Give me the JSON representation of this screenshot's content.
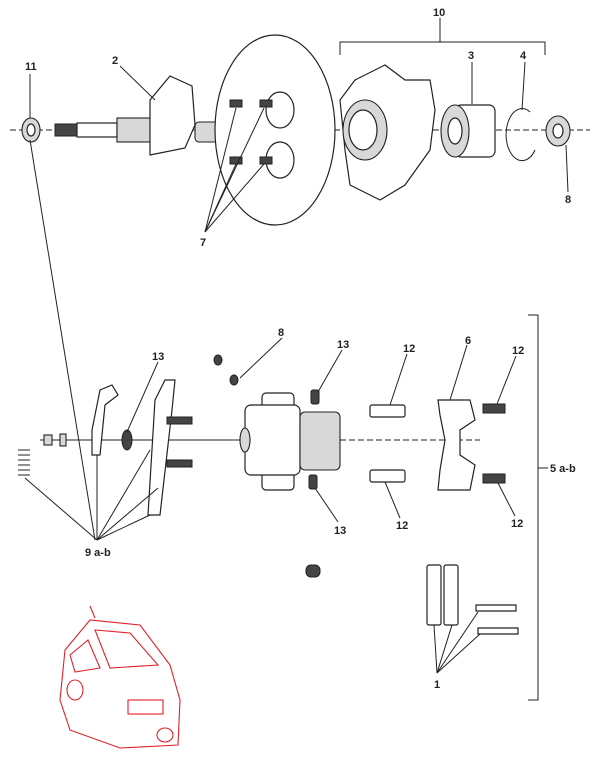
{
  "diagram": {
    "title": "Front hub and brake caliper exploded view",
    "accent_color": "#e0202a",
    "callouts": {
      "c11": "11",
      "c2": "2",
      "c10": "10",
      "c3": "3",
      "c4": "4",
      "c8_top": "8",
      "c7": "7",
      "c8_mid": "8",
      "c13_left": "13",
      "c13_top": "13",
      "c12_top_left": "12",
      "c6": "6",
      "c12_top_right": "12",
      "c5": "5 a-b",
      "c9": "9 a-b",
      "c13_bottom": "13",
      "c12_bottom_left": "12",
      "c12_bottom_right": "12",
      "c1": "1"
    }
  }
}
